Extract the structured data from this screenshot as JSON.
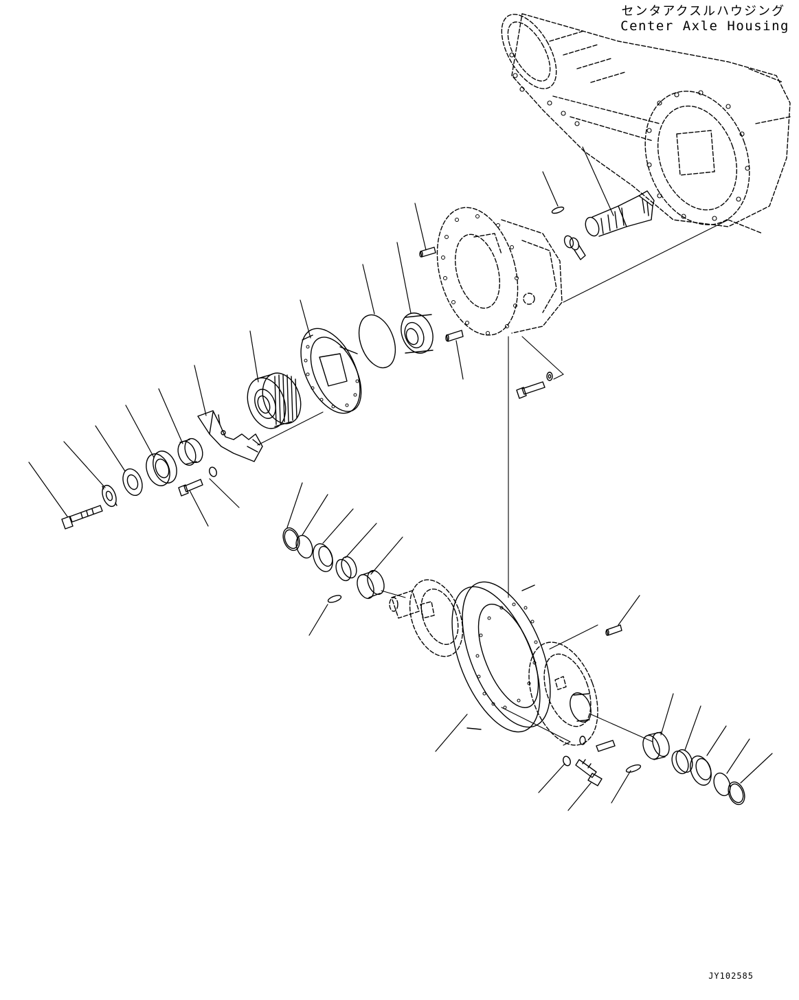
{
  "header": {
    "title_ja": "センタアクスルハウジング",
    "title_en": "Center Axle Housing"
  },
  "footer": {
    "drawing_code": "JY102585"
  },
  "colors": {
    "line": "#000000",
    "background": "#ffffff"
  }
}
